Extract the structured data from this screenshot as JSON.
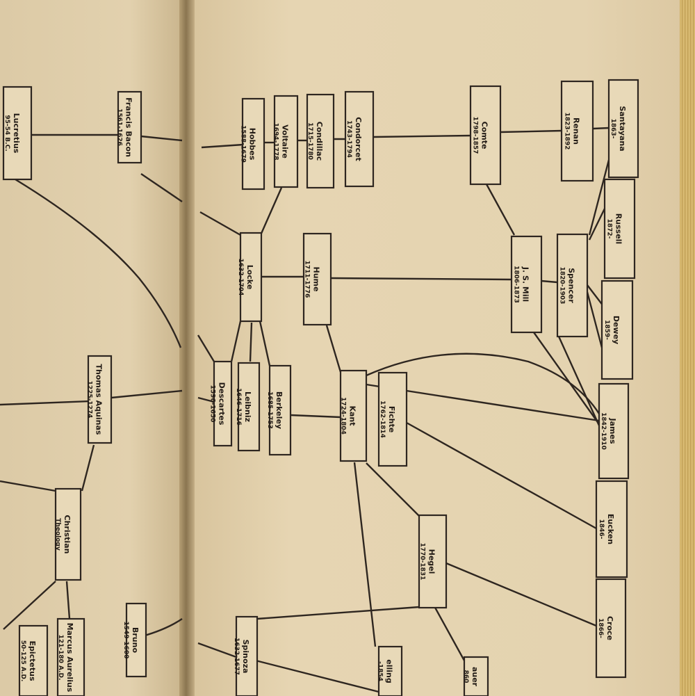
{
  "nodes": [
    {
      "id": "lucretius",
      "name": "Lucretius",
      "dates": "95-54 B.C."
    },
    {
      "id": "bacon",
      "name": "Francis Bacon",
      "dates": "1561-1626"
    },
    {
      "id": "aquinas",
      "name": "Thomas Aquinas",
      "dates": "1225-1274"
    },
    {
      "id": "christian",
      "name": "Christian",
      "dates": "Theology"
    },
    {
      "id": "epictetus",
      "name": "Epictetus",
      "dates": "50-125 A.D."
    },
    {
      "id": "aurelius",
      "name": "Marcus Aurelius",
      "dates": "121-180 A.D."
    },
    {
      "id": "bruno",
      "name": "Bruno",
      "dates": "1549-1600"
    },
    {
      "id": "hobbes",
      "name": "Hobbes",
      "dates": "1588-1679"
    },
    {
      "id": "voltaire",
      "name": "Voltaire",
      "dates": "1694-1778"
    },
    {
      "id": "condillac",
      "name": "Condillac",
      "dates": "1715-1780"
    },
    {
      "id": "condorcet",
      "name": "Condorcet",
      "dates": "1743-1794"
    },
    {
      "id": "comte",
      "name": "Comte",
      "dates": "1798-1857"
    },
    {
      "id": "renan",
      "name": "Renan",
      "dates": "1823-1892"
    },
    {
      "id": "santayana",
      "name": "Santayana",
      "dates": "1863-"
    },
    {
      "id": "russell",
      "name": "Russell",
      "dates": "1872-"
    },
    {
      "id": "locke",
      "name": "Locke",
      "dates": "1632-1704"
    },
    {
      "id": "hume",
      "name": "Hume",
      "dates": "1711-1776"
    },
    {
      "id": "mill",
      "name": "J. S. Mill",
      "dates": "1806-1873"
    },
    {
      "id": "spencer",
      "name": "Spencer",
      "dates": "1820-1903"
    },
    {
      "id": "dewey",
      "name": "Dewey",
      "dates": "1859-"
    },
    {
      "id": "descartes",
      "name": "Descartes",
      "dates": "1596-1650"
    },
    {
      "id": "leibniz",
      "name": "Leibniz",
      "dates": "1646-1716"
    },
    {
      "id": "berkeley",
      "name": "Berkeley",
      "dates": "1685-1753"
    },
    {
      "id": "kant",
      "name": "Kant",
      "dates": "1724-1804"
    },
    {
      "id": "fichte",
      "name": "Fichte",
      "dates": "1762-1814"
    },
    {
      "id": "james",
      "name": "James",
      "dates": "1842-1910"
    },
    {
      "id": "eucken",
      "name": "Eucken",
      "dates": "1846-"
    },
    {
      "id": "hegel",
      "name": "Hegel",
      "dates": "1770-1831"
    },
    {
      "id": "croce",
      "name": "Croce",
      "dates": "1866-"
    },
    {
      "id": "spinoza",
      "name": "Spinoza",
      "dates": "1632-1677"
    },
    {
      "id": "schelling",
      "name": "elling",
      "dates": "-1854"
    },
    {
      "id": "schopenhauer",
      "name": "auer",
      "dates": "860"
    }
  ]
}
